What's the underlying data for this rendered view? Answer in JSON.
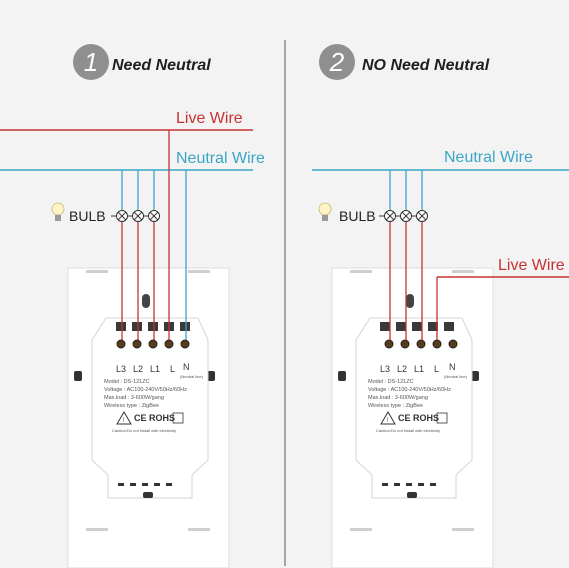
{
  "colors": {
    "live": "#c83232",
    "neutral": "#3aa6c6",
    "plate": "#ffffff",
    "background": "#f3f3f3"
  },
  "left": {
    "number": "1",
    "title": "Need Neutral",
    "live_label": "Live Wire",
    "neutral_label": "Neutral Wire",
    "bulb_label": "BULB",
    "terminals": [
      "L3",
      "L2",
      "L1",
      "L",
      "N"
    ],
    "neutral_note": "(Neutral line)",
    "model": "Model : DS-121ZC",
    "voltage": "Voltage : AC100-240V/50Hz/60Hz",
    "max_load": "Max.load : 3-600W/gang",
    "wireless": "Wireless type : ZigBee",
    "caution": "Caution:Do not install with electricity",
    "certs": "CE ROHS"
  },
  "right": {
    "number": "2",
    "title": "NO Need Neutral",
    "live_label": "Live Wire",
    "neutral_label": "Neutral Wire",
    "bulb_label": "BULB",
    "terminals": [
      "L3",
      "L2",
      "L1",
      "L",
      "N"
    ],
    "neutral_note": "(Neutral line)",
    "model": "Model : DS-121ZC",
    "voltage": "Voltage : AC100-240V/50Hz/60Hz",
    "max_load": "Max.load : 3-600W/gang",
    "wireless": "Wireless type : ZigBee",
    "caution": "Caution:Do not install with electricity",
    "certs": "CE ROHS"
  }
}
